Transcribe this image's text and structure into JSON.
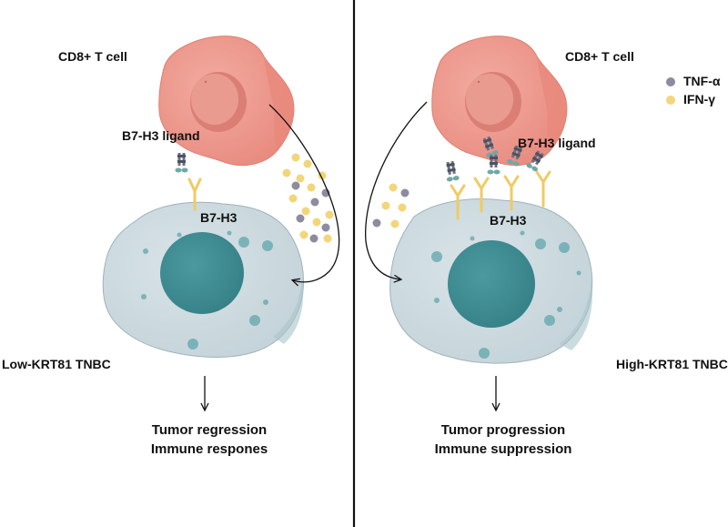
{
  "left_panel": {
    "t_cell_label": "CD8+ T cell",
    "ligand_label": "B7-H3 ligand",
    "receptor_label": "B7-H3",
    "tumor_label": "Low-KRT81 TNBC",
    "outcome_line1": "Tumor regression",
    "outcome_line2": "Immune respones"
  },
  "right_panel": {
    "t_cell_label": "CD8+ T cell",
    "ligand_label": "B7-H3 ligand",
    "receptor_label": "B7-H3",
    "tumor_label": "High-KRT81 TNBC",
    "outcome_line1": "Tumor progression",
    "outcome_line2": "Immune suppression"
  },
  "legend": {
    "items": [
      {
        "label": "TNF-α",
        "color": "#8e8b9e"
      },
      {
        "label": "IFN-γ",
        "color": "#f2d67a"
      }
    ]
  },
  "colors": {
    "t_cell": "#ef9c90",
    "t_cell_nucleus": "#df8378",
    "tumor_cell": "#cfdbe0",
    "tumor_nucleus": "#3e8e95",
    "divider": "#111111"
  }
}
